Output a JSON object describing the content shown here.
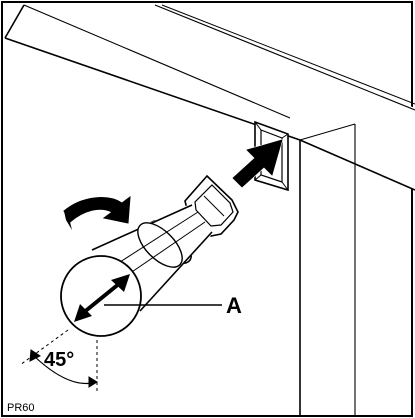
{
  "figure": {
    "callout_label": "A",
    "angle_label": "45°",
    "figure_code": "PR60"
  }
}
